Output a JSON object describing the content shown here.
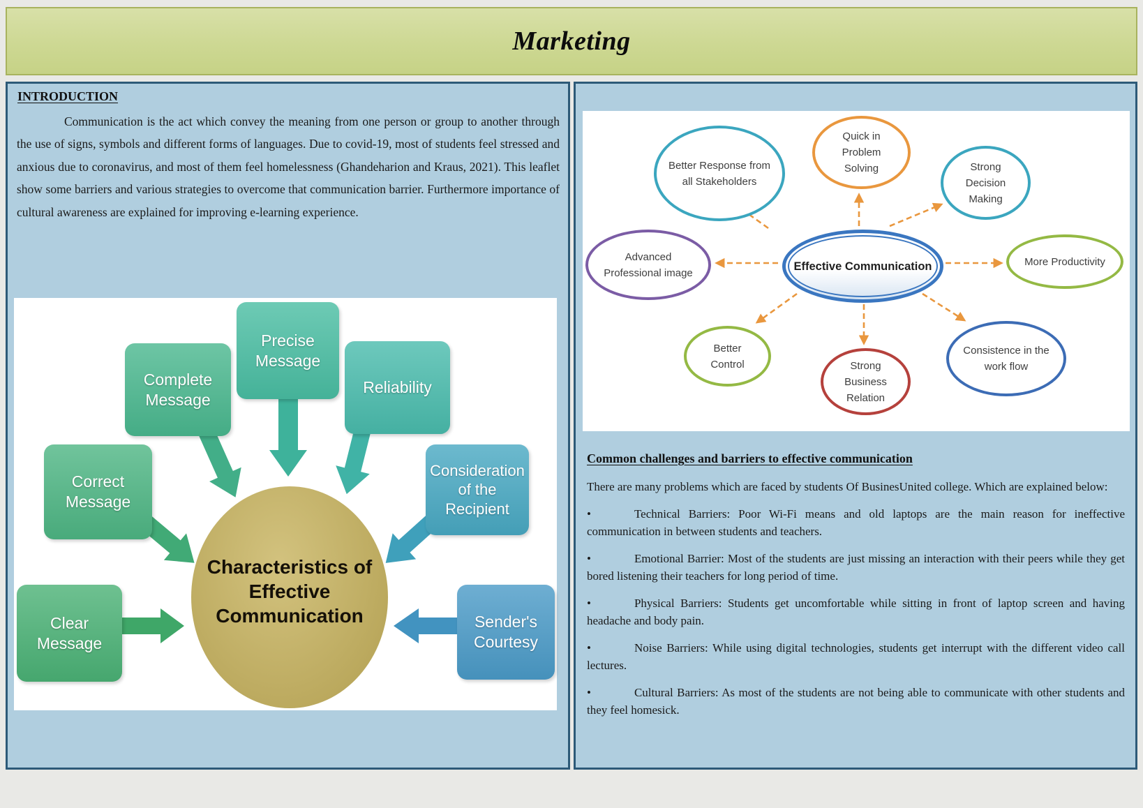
{
  "header": {
    "title": "Marketing"
  },
  "left_panel": {
    "heading": "INTRODUCTION",
    "body": "Communication is the act which convey the meaning from one person or group to another through the use of signs, symbols and different forms of languages. Due to covid-19, most of students feel stressed and anxious due to coronavirus, and most of them feel homelessness (Ghandeharion and Kraus, 2021). This leaflet show some barriers and various strategies to overcome that communication barrier. Furthermore importance of cultural awareness are explained for improving e-learning experience.",
    "diagram": {
      "center_label": "Characteristics of Effective Communication",
      "center_color": "#c6b15a",
      "boxes": [
        {
          "label": "Clear Message",
          "color": "#4ab175"
        },
        {
          "label": "Correct Message",
          "color": "#4db583"
        },
        {
          "label": "Complete Message",
          "color": "#49b78e"
        },
        {
          "label": "Precise Message",
          "color": "#49bda2"
        },
        {
          "label": "Reliability",
          "color": "#49bbac"
        },
        {
          "label": "Consideration of the Recipient",
          "color": "#48a8c2"
        },
        {
          "label": "Sender's Courtesy",
          "color": "#4a9ac7"
        }
      ]
    }
  },
  "right_panel": {
    "diagram": {
      "center_label": "Effective Communication",
      "center_color": "#3a76c0",
      "arrow_color": "#e9973e",
      "nodes": [
        {
          "label": "Better Response from all Stakeholders",
          "color": "#3ba6bf"
        },
        {
          "label": "Quick in Problem Solving",
          "color": "#e9973e"
        },
        {
          "label": "Strong Decision Making",
          "color": "#3ba6bf"
        },
        {
          "label": "Advanced Professional image",
          "color": "#7b5ca5"
        },
        {
          "label": "More Productivity",
          "color": "#94b944"
        },
        {
          "label": "Better Control",
          "color": "#94b944"
        },
        {
          "label": "Strong Business Relation",
          "color": "#b5413c"
        },
        {
          "label": "Consistence in the work flow",
          "color": "#3c6cb5"
        }
      ]
    },
    "heading": "Common challenges and barriers to effective communication",
    "intro": "There are many problems which are faced by students Of BusinesUnited college. Which are explained below:",
    "bullet_char": "•",
    "bullets": [
      "Technical Barriers: Poor Wi-Fi means and old laptops are the main reason for ineffective communication in between students and teachers.",
      "Emotional Barrier: Most of the students are just missing an interaction with their peers while they get bored listening their teachers for long period of time.",
      "Physical Barriers: Students get uncomfortable while sitting in front of laptop screen and having headache and body pain.",
      "Noise Barriers: While using digital technologies, students get interrupt with the different video call lectures.",
      "Cultural Barriers: As most of the students are not being able to communicate with other students and they feel homesick."
    ]
  }
}
